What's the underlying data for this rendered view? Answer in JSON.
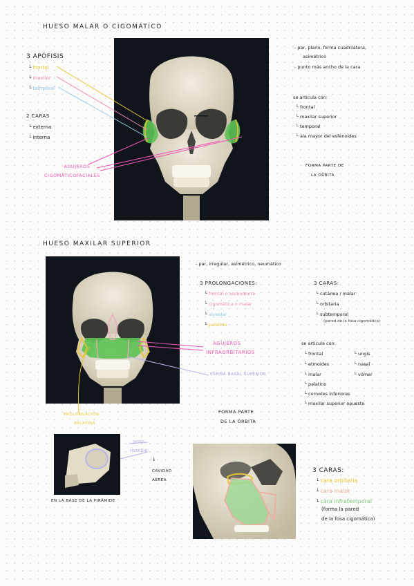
{
  "colors": {
    "yellow": "#e9c531",
    "pink": "#f08ab1",
    "blue": "#9ccbe4",
    "magenta": "#ee55b5",
    "lavender": "#b5b3ec",
    "green": "#7dc77d",
    "peach": "#f1ab9c",
    "bone": "#e6e0cc",
    "panel": "#10151c"
  },
  "section1": {
    "title": "HUESO MALAR O CIGOMÁTICO",
    "apofisis": {
      "heading": "3 APÓFISIS",
      "items": [
        {
          "label": "frontal",
          "color": "yellow"
        },
        {
          "label": "maxilar",
          "color": "pink"
        },
        {
          "label": "temporal",
          "color": "blue"
        }
      ]
    },
    "caras": {
      "heading": "2 CARAS",
      "items": [
        "externa",
        "interna"
      ]
    },
    "agujeros": [
      "AGUJEROS",
      "CIGOMÁTICOFACIALES"
    ],
    "props": [
      "par, plano, forma cuadrilátera,",
      "asimétrico",
      "punto más ancho de la cara"
    ],
    "articula": {
      "heading": "se articula con:",
      "items": [
        "frontal",
        "maxilar superior",
        "temporal",
        "ala mayor del esfenoides"
      ]
    },
    "forma": [
      "FORMA PARTE DE",
      "LA ÓRBITA"
    ]
  },
  "section2": {
    "title": "HUESO MAXILAR SUPERIOR",
    "props": "par, irregular, asimétrico, neumático",
    "prolongaciones": {
      "heading": "3 PROLONGACIONES:",
      "items": [
        {
          "label": "frontal o ascendente",
          "color": "pink"
        },
        {
          "label": "cigomática o malar",
          "color": "pink"
        },
        {
          "label": "alveolar",
          "color": "blue"
        },
        {
          "label": "palatino",
          "color": "yellow"
        }
      ]
    },
    "caras": {
      "heading": "3 CARAS:",
      "items": [
        "cutánea / malar",
        "orbitaria",
        "subtemporal"
      ],
      "note": "(pared de la fosa cigomática)"
    },
    "agujeros": [
      "AGUJEROS",
      "INFRAORBITARIOS"
    ],
    "espina": "ESPINA nasal superior",
    "articula": {
      "heading": "se articula con:",
      "left": [
        "frontal",
        "etmoides",
        "malar",
        "palatino",
        "cornetes inferiores",
        "maxilar superior opuesto"
      ],
      "right": [
        "ungis",
        "nasal",
        "vómer"
      ]
    },
    "prolongacion_palatina": [
      "PROLONGACIÓN",
      "PALATINA"
    ],
    "forma": [
      "FORMA PARTE",
      "DE LA ÓRBITA"
    ],
    "seno": [
      "seno",
      "maxilar"
    ],
    "arrow": "↓",
    "cavidad": [
      "CAVIDAD",
      "AÉREA"
    ],
    "base": "EN LA BASE DE LA PIRÁMIDE",
    "caras2": {
      "heading": "3 CARAS:",
      "items": [
        {
          "label": "cara orbitaria",
          "color": "yellow"
        },
        {
          "label": "cara malar",
          "color": "peach"
        },
        {
          "label": "cara infratemporal",
          "color": "green"
        }
      ],
      "note": [
        "(forma la pared",
        "de la fosa cigomática)"
      ]
    }
  }
}
